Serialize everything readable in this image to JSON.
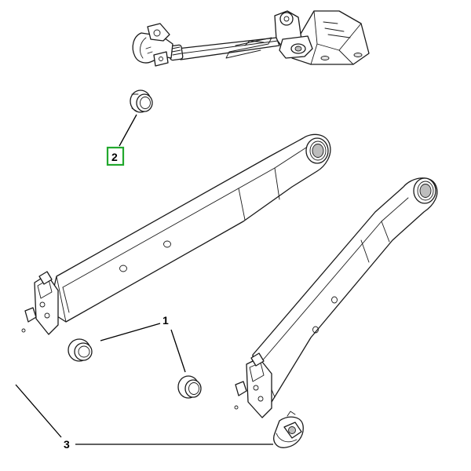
{
  "callouts": {
    "part1": "1",
    "part2": "2",
    "part3": "3"
  },
  "colors": {
    "highlight_box": "#22a82d",
    "line": "#1a1a1a",
    "shading": "#bdbdbd"
  }
}
